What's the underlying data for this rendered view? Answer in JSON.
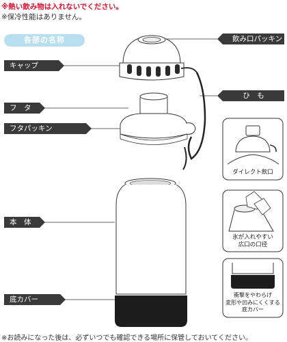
{
  "notes": {
    "hot_warning": "※熱い飲み物は入れないでください。",
    "no_insulation": "※保冷性能はありません。",
    "footer": "※お読みになった後は、必ずいつでも確認できる場所に保管しておいてください。"
  },
  "section_title": "各部の名称",
  "parts": {
    "spout_packing": "飲み口パッキン",
    "cap": "キャップ",
    "strap": "ひ　も",
    "lid": "フ　タ",
    "lid_packing": "フタパッキン",
    "body": "本　体",
    "bottom_cover": "底カバー"
  },
  "features": {
    "direct_spout": "ダイレクト飲口",
    "wide_mouth_line1": "氷が入れやすい",
    "wide_mouth_line2": "広口の口径",
    "cover_line1": "衝撃をやわらげ",
    "cover_line2": "変形や凹みにくくする",
    "cover_line3": "底カバー"
  },
  "colors": {
    "warning_red": "#e0102f",
    "title_pill": "#b8dff0",
    "label_tag": "#3a3a3a",
    "bottom_cover": "#1c1c1c"
  }
}
